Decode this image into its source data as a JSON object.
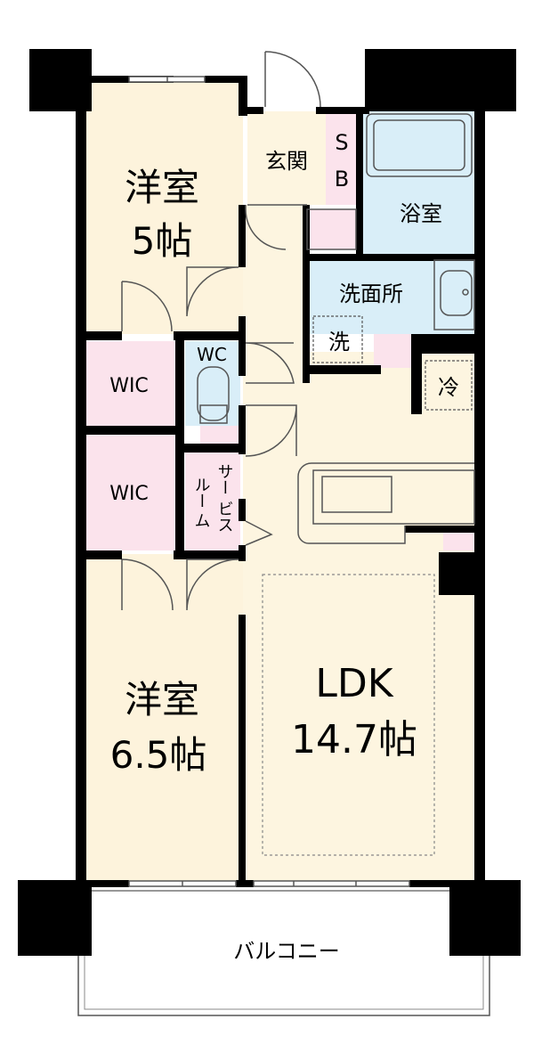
{
  "rooms": {
    "western_room_1": {
      "name": "洋室",
      "size": "5帖"
    },
    "western_room_2": {
      "name": "洋室",
      "size": "6.5帖"
    },
    "ldk": {
      "name": "LDK",
      "size": "14.7帖"
    },
    "entrance": "玄関",
    "shoe_box": [
      "S",
      "B"
    ],
    "bathroom": "浴室",
    "washroom": "洗面所",
    "washer": "洗",
    "fridge": "冷",
    "toilet": "WC",
    "wic_1": "WIC",
    "wic_2": "WIC",
    "service_room": [
      "サー",
      "ビス",
      "ルー",
      "ム"
    ],
    "balcony": "バルコニー"
  },
  "colors": {
    "wall": "#000000",
    "western_floor": "#fdf3dc",
    "ldk_floor": "#fdf5e0",
    "closet": "#fbe3ec",
    "wet_area": "#d9eef8",
    "line": "#555555"
  }
}
